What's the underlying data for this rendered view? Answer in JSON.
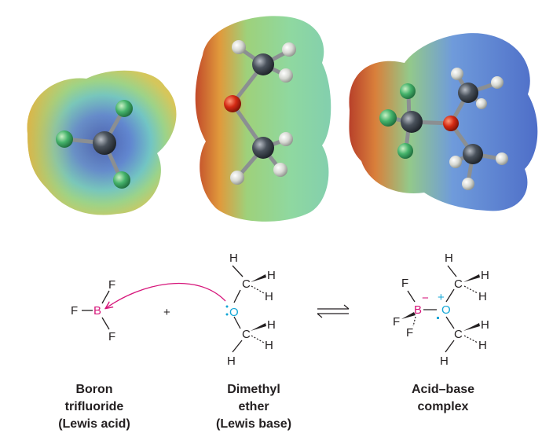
{
  "reactants": {
    "bf3": {
      "atoms": {
        "boron": "B",
        "f_top": "F",
        "f_left": "F",
        "f_bottom": "F"
      },
      "caption": [
        "Boron",
        "trifluoride",
        "(Lewis acid)"
      ]
    },
    "plus": "+",
    "ether": {
      "atoms": {
        "oxygen": "O",
        "h1": "H",
        "h2": "H",
        "h3": "H",
        "h4": "H",
        "h5": "H",
        "h6": "H",
        "c1": "C",
        "c2": "C"
      },
      "caption": [
        "Dimethyl",
        "ether",
        "(Lewis base)"
      ]
    }
  },
  "product": {
    "atoms": {
      "boron": "B",
      "oxygen": "O",
      "f1": "F",
      "f2": "F",
      "f3": "F",
      "c1": "C",
      "c2": "C",
      "h1": "H",
      "h2": "H",
      "h3": "H",
      "h4": "H",
      "h5": "H",
      "h6": "H"
    },
    "charges": {
      "boron": "−",
      "oxygen": "+"
    },
    "caption": [
      "Acid–base",
      "complex"
    ]
  },
  "colors": {
    "boron": "#d6157a",
    "oxygen": "#12a6d6",
    "arrow": "#d6157a",
    "text": "#231f20"
  }
}
